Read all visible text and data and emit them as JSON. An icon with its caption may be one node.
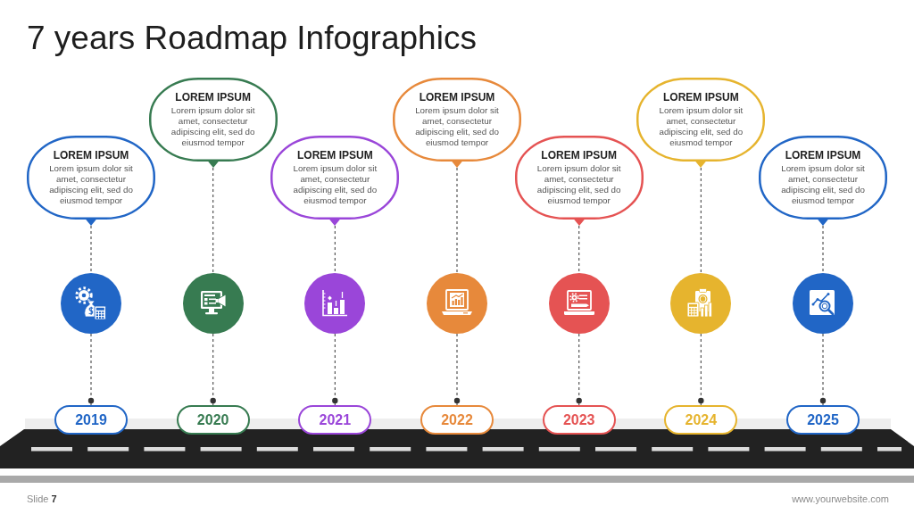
{
  "diagram": {
    "title": "7 years Roadmap Infographics",
    "nodes": [
      {
        "text": [
          "LOREM IPSUM",
          "Lorem ipsum dolor sit amet, consectetur adipiscing elit, sed do eiusmod tempor"
        ]
      },
      {
        "text": [],
        "shape": "circle"
      },
      {
        "text": [
          "2019"
        ]
      },
      {
        "text": [
          "LOREM IPSUM",
          "Lorem ipsum dolor sit amet, consectetur adipiscing elit, sed do eiusmod tempor"
        ]
      },
      {
        "text": [],
        "shape": "circle"
      },
      {
        "text": [
          "2020"
        ]
      },
      {
        "text": [
          "LOREM IPSUM",
          "Lorem ipsum dolor sit amet, consectetur adipiscing elit, sed do eiusmod tempor"
        ]
      },
      {
        "text": [],
        "shape": "circle"
      },
      {
        "text": [
          "2021"
        ]
      },
      {
        "text": [
          "LOREM IPSUM",
          "Lorem ipsum dolor sit amet, consectetur adipiscing elit, sed do eiusmod tempor"
        ]
      },
      {
        "text": [],
        "shape": "circle"
      },
      {
        "text": [
          "2022"
        ]
      },
      {
        "text": [
          "LOREM IPSUM",
          "Lorem ipsum dolor sit amet, consectetur adipiscing elit, sed do eiusmod tempor"
        ]
      },
      {
        "text": [],
        "shape": "circle"
      },
      {
        "text": [
          "2023"
        ]
      },
      {
        "text": [
          "LOREM IPSUM",
          "Lorem ipsum dolor sit amet, consectetur adipiscing elit, sed do eiusmod tempor"
        ]
      },
      {
        "text": [],
        "shape": "circle"
      },
      {
        "text": [
          "2024"
        ]
      },
      {
        "text": [
          "LOREM IPSUM",
          "Lorem ipsum dolor sit amet, consectetur adipiscing elit, sed do eiusmod tempor"
        ]
      },
      {
        "text": [],
        "shape": "circle"
      },
      {
        "text": [
          "2025"
        ]
      }
    ],
    "edges": [
      {
        "from": 0,
        "to": 1,
        "arrow": "none",
        "style": "dashed"
      },
      {
        "from": 1,
        "to": 2,
        "arrow": "other",
        "style": "dashed"
      },
      {
        "from": 3,
        "to": 4,
        "arrow": "none",
        "style": "dashed"
      },
      {
        "from": 4,
        "to": 5,
        "arrow": "other",
        "style": "dashed"
      },
      {
        "from": 6,
        "to": 7,
        "arrow": "none",
        "style": "dashed"
      },
      {
        "from": 7,
        "to": 8,
        "arrow": "other",
        "style": "dashed"
      },
      {
        "from": 9,
        "to": 10,
        "arrow": "none",
        "style": "dashed"
      },
      {
        "from": 10,
        "to": 11,
        "arrow": "other",
        "style": "dashed"
      },
      {
        "from": 12,
        "to": 13,
        "arrow": "none",
        "style": "dashed"
      },
      {
        "from": 13,
        "to": 14,
        "arrow": "other",
        "style": "dashed"
      },
      {
        "from": 15,
        "to": 16,
        "arrow": "none",
        "style": "dashed"
      },
      {
        "from": 16,
        "to": 17,
        "arrow": "other",
        "style": "dashed"
      },
      {
        "from": 18,
        "to": 19,
        "arrow": "none",
        "style": "dashed"
      },
      {
        "from": 19,
        "to": 20,
        "arrow": "other",
        "style": "dashed"
      }
    ],
    "labels": [
      "Slide **7**",
      "www.yourwebsite.com"
    ]
  }
}
